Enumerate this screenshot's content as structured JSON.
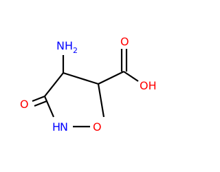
{
  "colors": {
    "bond": "#000000",
    "carbon_text": "#000000",
    "nitrogen": "#0000ff",
    "oxygen": "#ff0000"
  },
  "atoms": {
    "amino": {
      "main": "NH",
      "sub": "2"
    },
    "ring_nh": {
      "main": "N",
      "h": "H"
    },
    "ring_o": {
      "main": "O"
    },
    "keto_o": {
      "main": "O"
    },
    "acid_o_double": {
      "main": "O"
    },
    "acid_oh": {
      "main": "OH"
    }
  }
}
